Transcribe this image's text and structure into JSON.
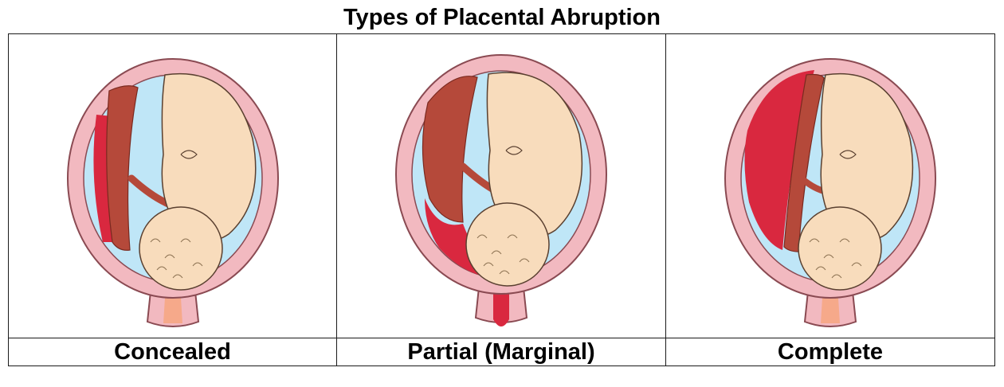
{
  "title": "Types of Placental Abruption",
  "panels": [
    {
      "label": "Concealed",
      "illustration": "uterus-concealed-abruption"
    },
    {
      "label": "Partial (Marginal)",
      "illustration": "uterus-partial-abruption"
    },
    {
      "label": "Complete",
      "illustration": "uterus-complete-abruption"
    }
  ],
  "colors": {
    "uterine_wall": "#f2b9c0",
    "wall_outline": "#8a4a52",
    "amniotic_fluid": "#bfe6f7",
    "fetus": "#f8dcbc",
    "placenta": "#b5493a",
    "blood": "#d9283f"
  }
}
